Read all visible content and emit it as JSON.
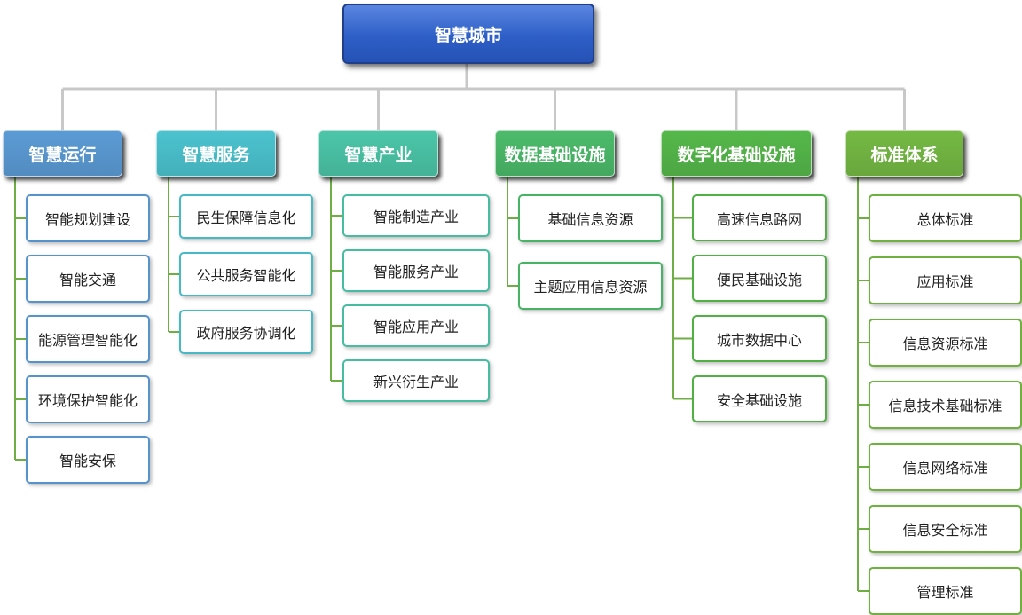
{
  "root": {
    "label": "智慧城市"
  },
  "categories": [
    {
      "label": "智慧运行",
      "color": "#5b9bd5",
      "items": [
        "智能规划建设",
        "智能交通",
        "能源管理智能化",
        "环境保护智能化",
        "智能安保"
      ]
    },
    {
      "label": "智慧服务",
      "color": "#4bc3cf",
      "items": [
        "民生保障信息化",
        "公共服务智能化",
        "政府服务协调化"
      ]
    },
    {
      "label": "智慧产业",
      "color": "#4cc6a8",
      "items": [
        "智能制造产业",
        "智能服务产业",
        "智能应用产业",
        "新兴衍生产业"
      ]
    },
    {
      "label": "数据基础设施",
      "color": "#4cbb6a",
      "items": [
        "基础信息资源",
        "主题应用信息资源"
      ]
    },
    {
      "label": "数字化基础设施",
      "color": "#55b84a",
      "items": [
        "高速信息路网",
        "便民基础设施",
        "城市数据中心",
        "安全基础设施"
      ]
    },
    {
      "label": "标准体系",
      "color": "#75b944",
      "items": [
        "总体标准",
        "应用标准",
        "信息资源标准",
        "信息技术基础标准",
        "信息网络标准",
        "信息安全标准",
        "管理标准"
      ]
    }
  ]
}
